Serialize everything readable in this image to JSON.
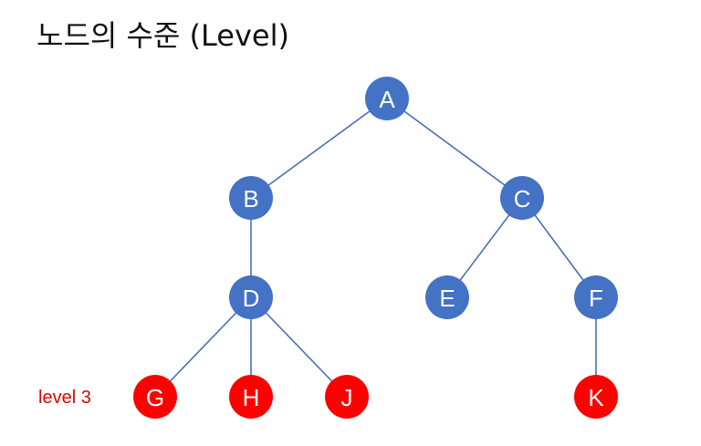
{
  "title": "노드의 수준 (Level)",
  "level_label": {
    "text": "level 3",
    "color": "#e00000"
  },
  "colors": {
    "node_blue": "#4472c4",
    "node_red": "#ff0000",
    "edge": "#4a6fb5"
  },
  "tree": {
    "nodes": [
      {
        "id": "A",
        "label": "A",
        "level": 0,
        "parent": null,
        "highlight": false
      },
      {
        "id": "B",
        "label": "B",
        "level": 1,
        "parent": "A",
        "highlight": false
      },
      {
        "id": "C",
        "label": "C",
        "level": 1,
        "parent": "A",
        "highlight": false
      },
      {
        "id": "D",
        "label": "D",
        "level": 2,
        "parent": "B",
        "highlight": false
      },
      {
        "id": "E",
        "label": "E",
        "level": 2,
        "parent": "C",
        "highlight": false
      },
      {
        "id": "F",
        "label": "F",
        "level": 2,
        "parent": "C",
        "highlight": false
      },
      {
        "id": "G",
        "label": "G",
        "level": 3,
        "parent": "D",
        "highlight": true
      },
      {
        "id": "H",
        "label": "H",
        "level": 3,
        "parent": "D",
        "highlight": true
      },
      {
        "id": "J",
        "label": "J",
        "level": 3,
        "parent": "D",
        "highlight": true
      },
      {
        "id": "K",
        "label": "K",
        "level": 3,
        "parent": "F",
        "highlight": true
      }
    ]
  }
}
